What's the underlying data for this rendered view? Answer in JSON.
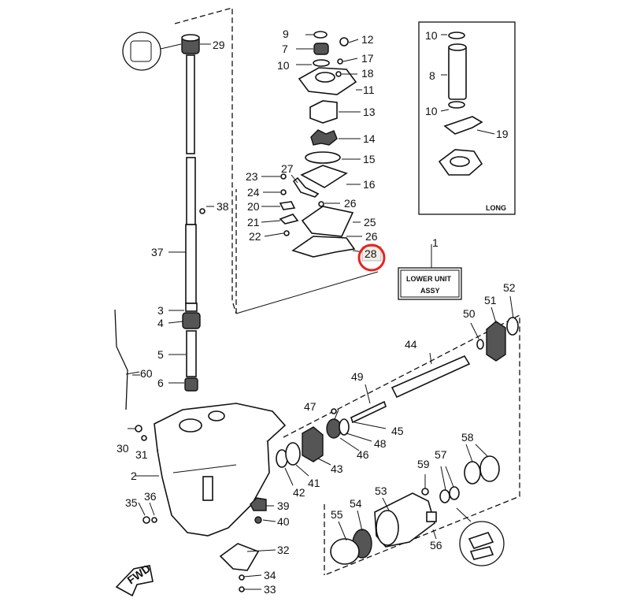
{
  "callouts": {
    "c1": "1",
    "c2": "2",
    "c3": "3",
    "c4": "4",
    "c5": "5",
    "c6": "6",
    "c7": "7",
    "c8": "8",
    "c9": "9",
    "c10a": "10",
    "c10b": "10",
    "c10c": "10",
    "c11": "11",
    "c12": "12",
    "c13": "13",
    "c14": "14",
    "c15": "15",
    "c16": "16",
    "c17": "17",
    "c18": "18",
    "c19": "19",
    "c20": "20",
    "c21": "21",
    "c22": "22",
    "c23": "23",
    "c24": "24",
    "c25": "25",
    "c26a": "26",
    "c26b": "26",
    "c27": "27",
    "c28": "28",
    "c29": "29",
    "c30": "30",
    "c31": "31",
    "c32": "32",
    "c33": "33",
    "c34": "34",
    "c35": "35",
    "c36": "36",
    "c37": "37",
    "c38": "38",
    "c39": "39",
    "c40": "40",
    "c41": "41",
    "c42": "42",
    "c43": "43",
    "c44": "44",
    "c45": "45",
    "c46": "46",
    "c47": "47",
    "c48": "48",
    "c49": "49",
    "c50": "50",
    "c51": "51",
    "c52": "52",
    "c53": "53",
    "c54": "54",
    "c55": "55",
    "c56": "56",
    "c57": "57",
    "c58": "58",
    "c59": "59",
    "c60": "60"
  },
  "long_box": {
    "label": "LONG"
  },
  "lower_unit": {
    "line1": "LOWER UNIT",
    "line2": "ASSY"
  },
  "fwd_arrow": {
    "label": "FWD"
  },
  "highlight": {
    "part": "28",
    "color": "#e8231f"
  }
}
